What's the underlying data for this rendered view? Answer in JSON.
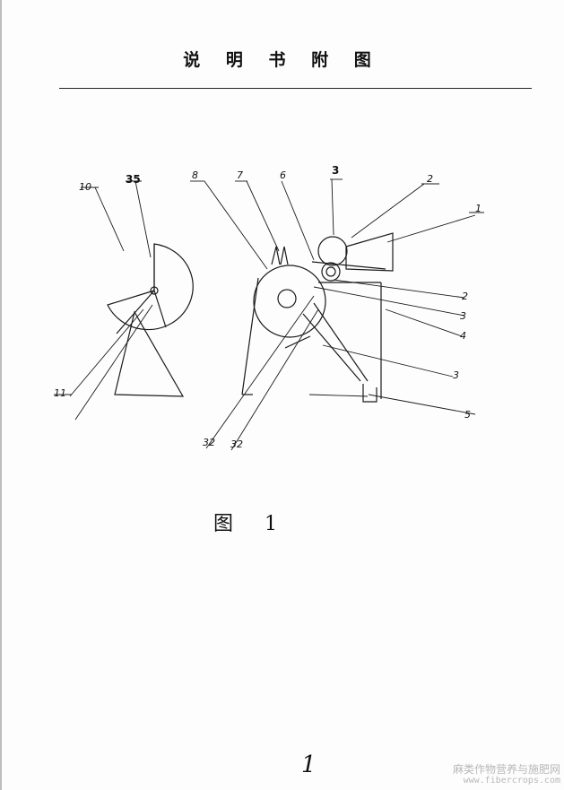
{
  "document": {
    "title": "说 明 书 附 图",
    "figure_caption": "图 1",
    "page_number": "1"
  },
  "figure_labels": {
    "l10": "10",
    "l35": "35",
    "l11": "11",
    "l8": "8",
    "l7": "7",
    "l6": "6",
    "l3_top": "3",
    "l2_top": "2",
    "l1": "1",
    "l2_right": "2",
    "l3_right": "3",
    "l4": "4",
    "l3_lower": "3",
    "l5": "5",
    "l32_a": "32",
    "l32_b": "32"
  },
  "watermark": {
    "text_cn": "麻类作物营养与施肥网",
    "text_url": "www.fibercrops.com"
  }
}
